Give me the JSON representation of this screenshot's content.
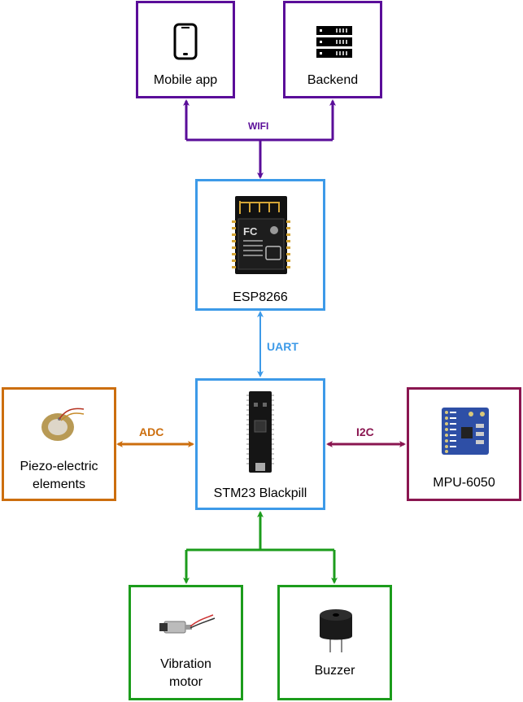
{
  "nodes": {
    "mobile_app": "Mobile app",
    "backend": "Backend",
    "esp": "ESP8266",
    "stm": "STM23 Blackpill",
    "piezo_line1": "Piezo-electric",
    "piezo_line2": "elements",
    "mpu": "MPU-6050",
    "vib_line1": "Vibration",
    "vib_line2": "motor",
    "buzzer": "Buzzer"
  },
  "edges": {
    "wifi": "WIFI",
    "uart": "UART",
    "adc": "ADC",
    "i2c": "I2C"
  },
  "colors": {
    "purple": "#5a0d99",
    "blue": "#3d9ae8",
    "orange": "#cc6e0e",
    "maroon": "#8a1650",
    "green": "#1c9c1c"
  }
}
